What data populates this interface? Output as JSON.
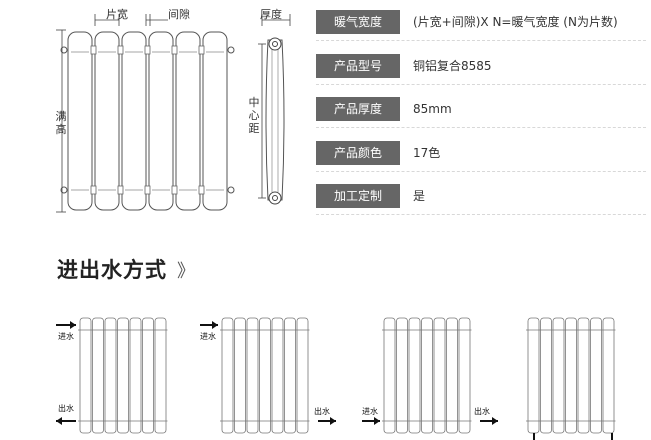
{
  "diagram": {
    "piece_width_label": "片宽",
    "gap_label": "间隙",
    "thickness_label": "厚度",
    "full_height_label": "满高",
    "center_distance_label": "中心距"
  },
  "specs": [
    {
      "label": "暖气宽度",
      "value": "(片宽+间隙)X N=暖气宽度  (N为片数)"
    },
    {
      "label": "产品型号",
      "value": "铜铝复合8585"
    },
    {
      "label": "产品厚度",
      "value": "85mm"
    },
    {
      "label": "产品颜色",
      "value": "17色"
    },
    {
      "label": "加工定制",
      "value": "是"
    }
  ],
  "flow_section": {
    "title": "进出水方式",
    "chevron": "》",
    "inlet_label": "进水",
    "outlet_label": "出水"
  }
}
